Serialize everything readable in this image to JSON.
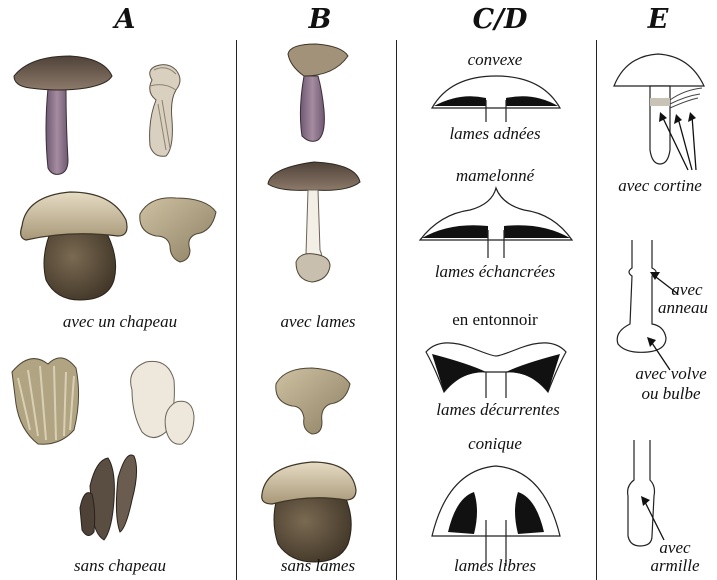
{
  "columns": {
    "a": {
      "header": "A",
      "caption_cap": "avec un chapeau",
      "caption_nocap": "sans chapeau"
    },
    "b": {
      "header": "B",
      "caption_gills": "avec lames",
      "caption_nogills": "sans lames"
    },
    "cd": {
      "header": "C/D",
      "cap_shapes": [
        "convexe",
        "mamelonné",
        "en entonnoir",
        "conique"
      ],
      "gill_types": [
        "lames adnées",
        "lames échancrées",
        "lames décurrentes",
        "lames libres"
      ]
    },
    "e": {
      "header": "E",
      "cortina": "avec cortine",
      "ring_1": "avec",
      "ring_2": "anneau",
      "volva_1": "avec volve",
      "volva_2": "ou bulbe",
      "armilla_1": "avec",
      "armilla_2": "armille"
    }
  },
  "colors": {
    "line": "#222222",
    "gill_fill": "#111111",
    "cap_brown": "#6e5a4c",
    "stem_purple": "#8a6f86",
    "bolete_cap": "#cdbf9e",
    "bolete_stem": "#5e4e3a",
    "chanterelle": "#b8aa8c"
  }
}
